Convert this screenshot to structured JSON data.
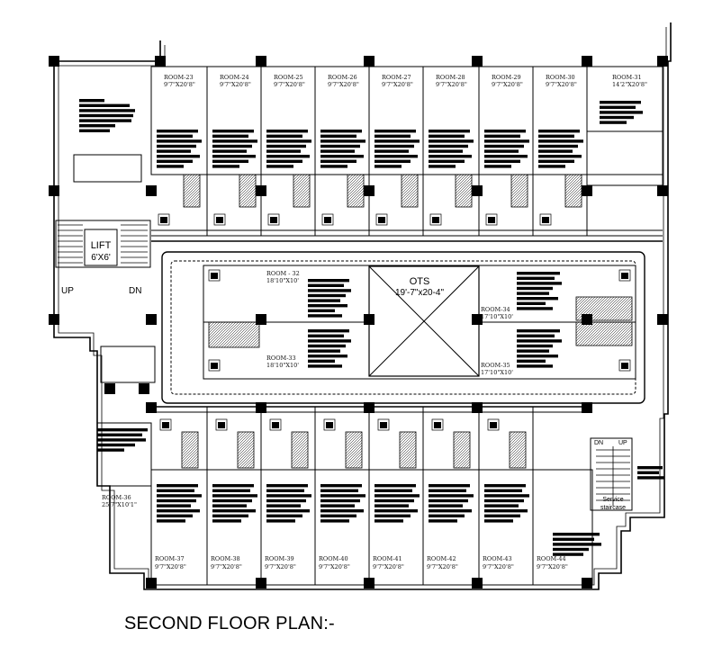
{
  "title": "SECOND FLOOR PLAN:-",
  "lift": {
    "label": "LIFT",
    "size": "6'X6'"
  },
  "stair": {
    "up": "UP",
    "dn": "DN"
  },
  "ots": {
    "label": "OTS",
    "size": "19'-7\"x20-4\""
  },
  "service_stair": {
    "dn": "DN",
    "up": "UP",
    "line1": "Service",
    "line2": "staircase"
  },
  "top_rooms": [
    {
      "name": "ROOM-23",
      "size": "9'7\"X20'8\""
    },
    {
      "name": "ROOM-24",
      "size": "9'7\"X20'8\""
    },
    {
      "name": "ROOM-25",
      "size": "9'7\"X20'8\""
    },
    {
      "name": "ROOM-26",
      "size": "9'7\"X20'8\""
    },
    {
      "name": "ROOM-27",
      "size": "9'7\"X20'8\""
    },
    {
      "name": "ROOM-28",
      "size": "9'7\"X20'8\""
    },
    {
      "name": "ROOM-29",
      "size": "9'7\"X20'8\""
    },
    {
      "name": "ROOM-30",
      "size": "9'7\"X20'8\""
    },
    {
      "name": "ROOM-31",
      "size": "14'2\"X20'8\""
    }
  ],
  "bottom_rooms": [
    {
      "name": "ROOM-37",
      "size": "9'7\"X20'8\""
    },
    {
      "name": "ROOM-38",
      "size": "9'7\"X20'8\""
    },
    {
      "name": "ROOM-39",
      "size": "9'7\"X20'8\""
    },
    {
      "name": "ROOM-40",
      "size": "9'7\"X20'8\""
    },
    {
      "name": "ROOM-41",
      "size": "9'7\"X20'8\""
    },
    {
      "name": "ROOM-42",
      "size": "9'7\"X20'8\""
    },
    {
      "name": "ROOM-43",
      "size": "9'7\"X20'8\""
    },
    {
      "name": "ROOM-44",
      "size": "9'7\"X20'8\""
    }
  ],
  "mid_rooms": [
    {
      "name": "ROOM - 32",
      "size": "18'10\"X10'"
    },
    {
      "name": "ROOM-33",
      "size": "18'10\"X10'"
    },
    {
      "name": "ROOM-34",
      "size": "17'10\"X10'"
    },
    {
      "name": "ROOM-35",
      "size": "17'10\"X10'"
    },
    {
      "name": "ROOM-36",
      "size": "25'7\"X10'1\""
    }
  ]
}
